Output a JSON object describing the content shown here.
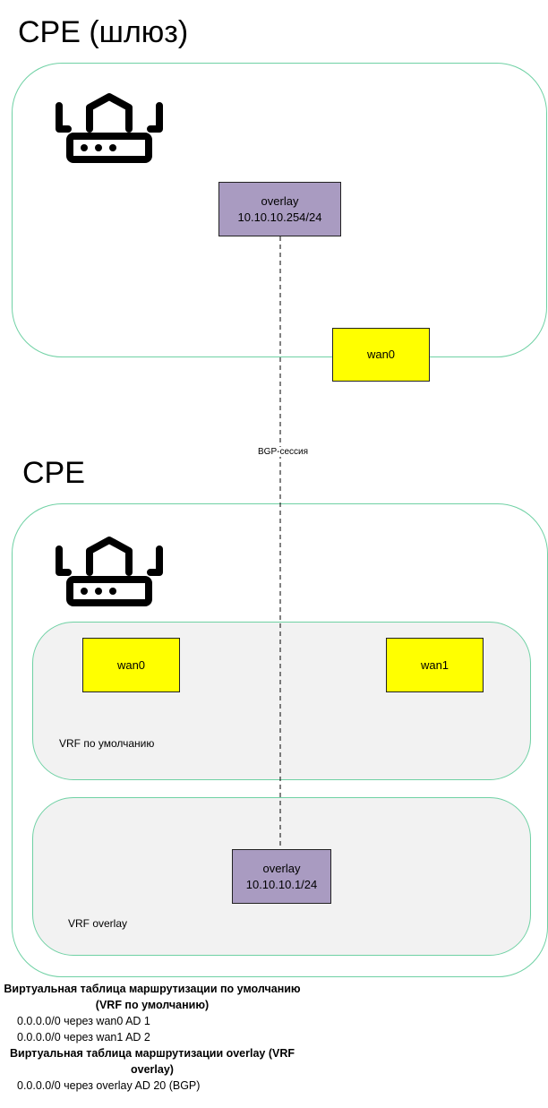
{
  "gateway": {
    "title": "CPE (шлюз)",
    "device_icon": "router-icon",
    "overlay": {
      "name": "overlay",
      "ip": "10.10.10.254/24"
    },
    "wan0": "wan0"
  },
  "session_label": "BGP-сессия",
  "cpe": {
    "title": "CPE",
    "device_icon": "router-icon",
    "vrf_default": {
      "label": "VRF по умолчанию",
      "wan0": "wan0",
      "wan1": "wan1"
    },
    "vrf_overlay": {
      "label": "VRF overlay",
      "overlay": {
        "name": "overlay",
        "ip": "10.10.10.1/24"
      }
    }
  },
  "routes": {
    "default_header": "Виртуальная таблица маршрутизации по умолчанию (VRF по умолчанию)",
    "default_lines": [
      "0.0.0.0/0 через wan0 AD 1",
      "0.0.0.0/0 через wan1 AD 2"
    ],
    "overlay_header": "Виртуальная таблица маршрутизации overlay (VRF overlay)",
    "overlay_lines": [
      "0.0.0.0/0 через overlay AD 20 (BGP)"
    ]
  },
  "colors": {
    "border": "#6fd1a4",
    "wan": "#ffff00",
    "overlay": "#a99bc1",
    "vrf_fill": "#f2f2f2"
  }
}
